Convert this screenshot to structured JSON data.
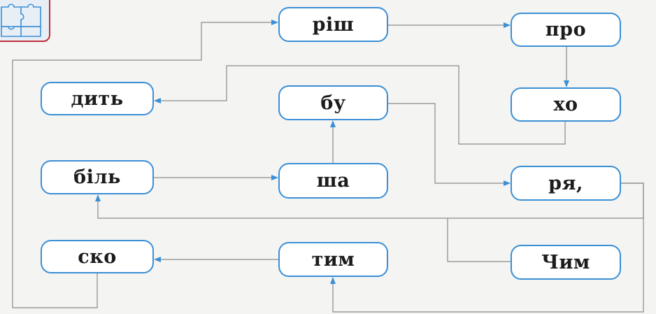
{
  "nodes": {
    "rish": "ріш",
    "pro": "про",
    "dyt": "дить",
    "bu": "бу",
    "kho": "хо",
    "bil": "біль",
    "sha": "ша",
    "ria": "ря,",
    "sko": "ско",
    "tym": "тим",
    "chym": "Чим"
  },
  "colors": {
    "node_border": "#3a8fd6",
    "arrow": "#3a8fd6",
    "line": "#888888",
    "puzzle_border": "#c0303a"
  },
  "icons": {
    "corner": "puzzle-icon"
  }
}
